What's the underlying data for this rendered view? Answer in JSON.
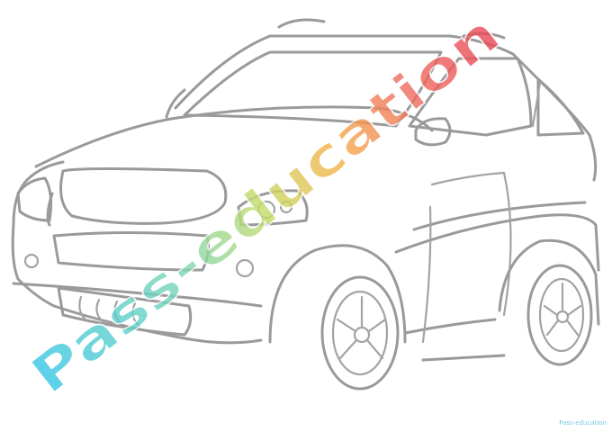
{
  "image": {
    "subject": "car-outline-coloring-page",
    "line_color": "#9a9a9a",
    "background": "#ffffff"
  },
  "watermark": {
    "text": "Pass-education",
    "colors": [
      "#38c7e8",
      "#7cd6b8",
      "#c8dc6a",
      "#f5b24a",
      "#ef6e62",
      "#e8485a"
    ],
    "corner_text": "Pass-education"
  }
}
